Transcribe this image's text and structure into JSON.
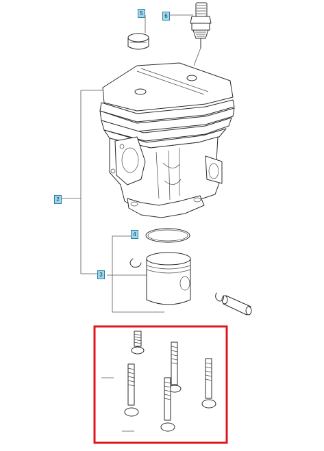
{
  "callouts": [
    {
      "id": "c5",
      "label": "5"
    },
    {
      "id": "c6",
      "label": "6"
    },
    {
      "id": "c2",
      "label": "2"
    },
    {
      "id": "c4",
      "label": "4"
    },
    {
      "id": "c3",
      "label": "3"
    }
  ],
  "colors": {
    "callout_fill": "#9fd8ec",
    "callout_border": "#2c7fa6",
    "highlight": "#e0161e",
    "line": "#2a2a2a"
  }
}
